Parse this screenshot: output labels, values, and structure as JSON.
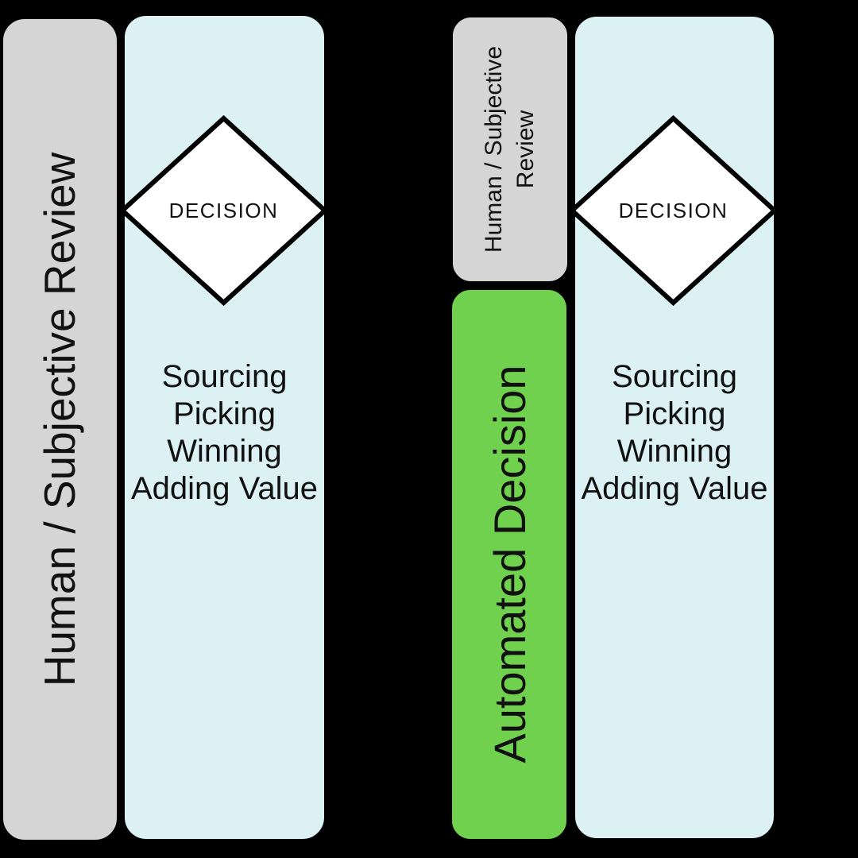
{
  "colors": {
    "background": "#000000",
    "gray": "#d5d5d5",
    "cyan": "#dcf1f4",
    "green": "#70d14f",
    "diamond_fill": "#ffffff",
    "stroke": "#000000",
    "text": "#111111"
  },
  "left_group": {
    "review_label": "Human / Subjective Review",
    "decision_label": "DECISION",
    "activities": [
      "Sourcing",
      "Picking",
      "Winning",
      "Adding Value"
    ]
  },
  "right_group": {
    "review_label_lines": [
      "Human / Subjective",
      "Review"
    ],
    "automated_label": "Automated Decision",
    "decision_label": "DECISION",
    "activities": [
      "Sourcing",
      "Picking",
      "Winning",
      "Adding Value"
    ]
  }
}
